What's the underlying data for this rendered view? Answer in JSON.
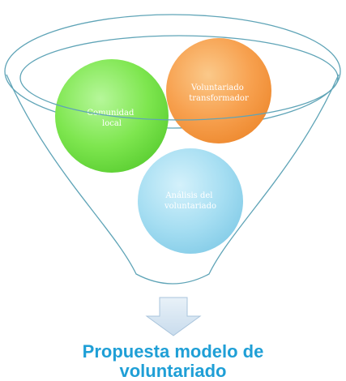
{
  "circles": [
    {
      "label_lines": [
        "Comunidad",
        "local"
      ],
      "color": "#7ee64f"
    },
    {
      "label_lines": [
        "Voluntariado",
        "transformador"
      ],
      "color": "#f7a04e"
    },
    {
      "label_lines": [
        "Análisis del",
        "voluntariado"
      ],
      "color": "#9fdcf2"
    }
  ],
  "result": {
    "line1": "Propuesta modelo de",
    "line2": "voluntariado"
  },
  "colors": {
    "funnel_stroke": "#5fa4b7",
    "arrow_fill": "#dbe9f4",
    "arrow_stroke": "#a9c4dc",
    "result_text": "#1f9fd6"
  }
}
